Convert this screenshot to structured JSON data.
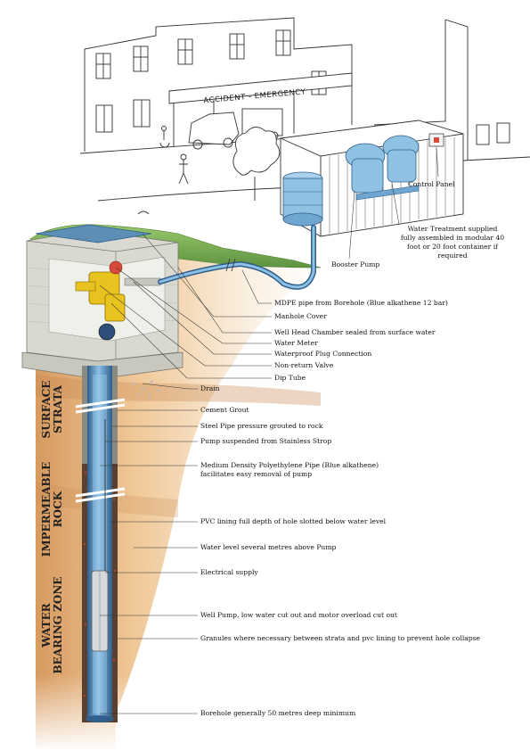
{
  "building": {
    "sign_text": "ACCIDENT - EMERGENCY"
  },
  "strata": {
    "surface": [
      "SURFACE",
      "STRATA"
    ],
    "impermeable": [
      "IMPERMEABLE",
      "ROCK"
    ],
    "water_bearing": [
      "WATER",
      "BEARING ZONE"
    ]
  },
  "labels": {
    "control_panel": "Control Panel",
    "water_treatment": "Water Treatment supplied fully assembled in modular 40 foot or 20 foot container if required",
    "booster_pump": "Booster Pump",
    "mdpe_pipe": "MDPE pipe from Borehole (Blue alkathene 12 bar)",
    "manhole_cover": "Manhole Cover",
    "well_head_chamber": "Well Head Chamber sealed from surface water",
    "water_meter": "Water Meter",
    "waterproof_plug": "Waterproof Plug Connection",
    "non_return_valve": "Non-return Valve",
    "dip_tube": "Dip Tube",
    "drain": "Drain",
    "cement_grout": "Cement Grout",
    "steel_pipe": "Steel Pipe pressure grouted to rock",
    "pump_suspended": "Pump suspended from Stainless Strop",
    "mdpe_pipe_2": "Medium Density Polyethylene Pipe (Blue alkathene) facilitates easy removal of pump",
    "pvc_lining": "PVC lining full depth of hole slotted below water level",
    "water_level": "Water level several metres above Pump",
    "electrical_supply": "Electrical supply",
    "well_pump": "Well Pump, low water cut out and motor overload cut out",
    "granules": "Granules where necessary between strata and pvc lining to prevent hole collapse",
    "borehole_depth": "Borehole generally 50 metres deep minimum"
  },
  "colors": {
    "pipe_blue": "#6fa6cf",
    "soil_orange": "#e8b784",
    "grass_green": "#7cb255",
    "concrete": "#cfd0c8",
    "valve_yellow": "#e8c21f"
  }
}
